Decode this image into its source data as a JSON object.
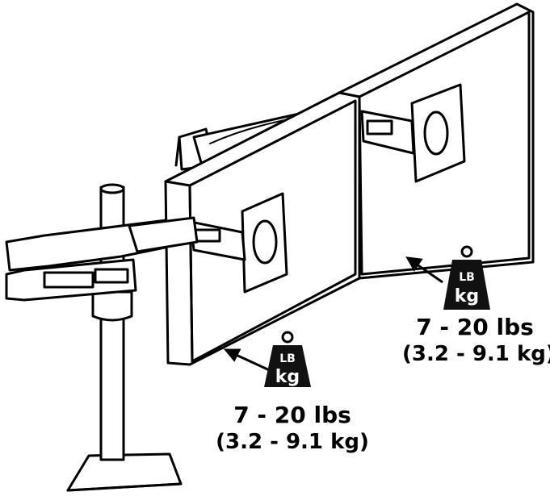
{
  "weights": {
    "left": {
      "icon_top": "LB",
      "icon_bottom": "kg",
      "range_lbs": "7 - 20 lbs",
      "range_kg": "(3.2 - 9.1 kg)"
    },
    "right": {
      "icon_top": "LB",
      "icon_bottom": "kg",
      "range_lbs": "7 - 20 lbs",
      "range_kg": "(3.2 - 9.1 kg)"
    }
  },
  "icons": [
    "weight-icon",
    "arrow-icon"
  ],
  "colors": {
    "line": "#000000",
    "fill": "#ffffff",
    "weight_fill": "#111111"
  }
}
